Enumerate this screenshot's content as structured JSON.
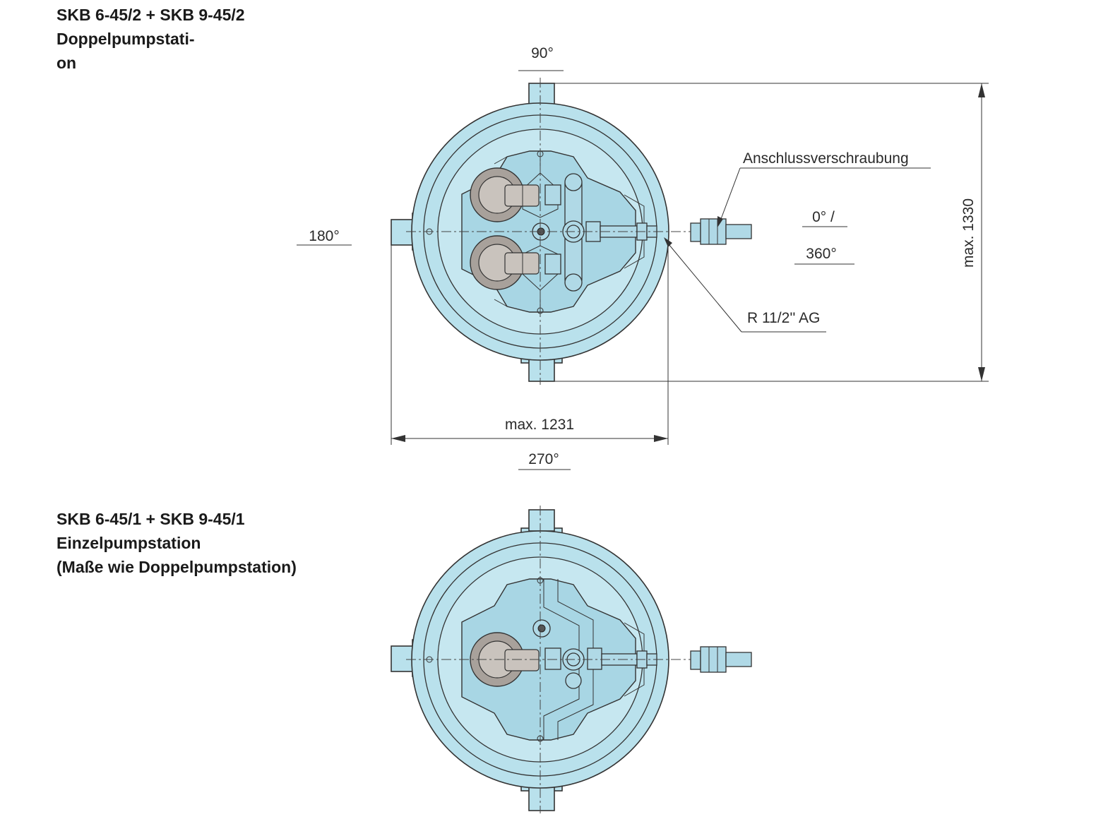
{
  "titles": {
    "double": {
      "line1": "SKB 6-45/2 + SKB 9-45/2",
      "line2": "Doppelpumpstati-",
      "line3": "on"
    },
    "single": {
      "line1": "SKB 6-45/1 + SKB 9-45/1",
      "line2": "Einzelpumpstation",
      "line3": "(Maße wie Doppelpumpstation)"
    }
  },
  "labels": {
    "angle_top": "90°",
    "angle_left": "180°",
    "angle_right_a": "0° /",
    "angle_right_b": "360°",
    "angle_bottom": "270°",
    "connection": "Anschlussverschraubung",
    "thread": "R 11/2'' AG",
    "width": "max. 1231",
    "height": "max. 1330"
  },
  "colors": {
    "housing": "#b9e1ec",
    "pump": "#a8a19b",
    "line": "#333333"
  }
}
